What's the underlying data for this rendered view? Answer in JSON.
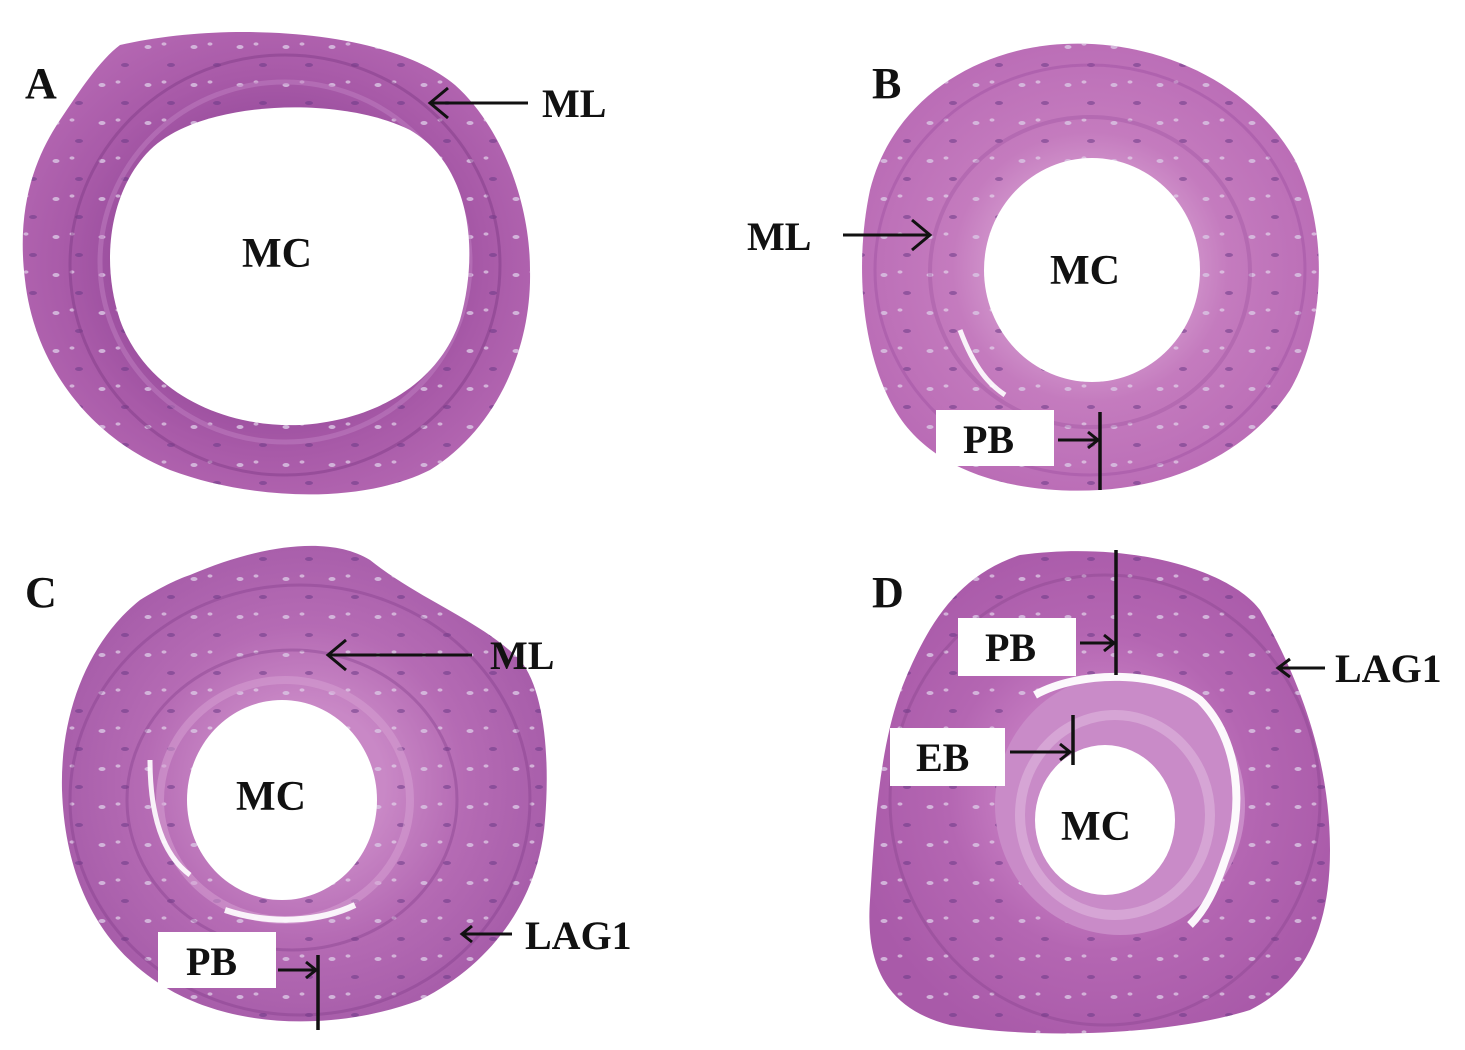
{
  "panels": [
    {
      "letter": "A",
      "center": "MC",
      "labels": {
        "ml": "ML"
      }
    },
    {
      "letter": "B",
      "center": "MC",
      "labels": {
        "ml": "ML",
        "pb": "PB"
      }
    },
    {
      "letter": "C",
      "center": "MC",
      "labels": {
        "ml": "ML",
        "lag": "LAG1",
        "pb": "PB"
      }
    },
    {
      "letter": "D",
      "center": "MC",
      "labels": {
        "pb": "PB",
        "lag": "LAG1",
        "eb": "EB"
      }
    }
  ],
  "colors": {
    "tissue": "#b565b0",
    "tissue_dark": "#8e3f90",
    "tissue_light": "#cf8fc8",
    "cavity": "#ffffff",
    "label_box": "#ffffff",
    "ink": "#111111"
  }
}
